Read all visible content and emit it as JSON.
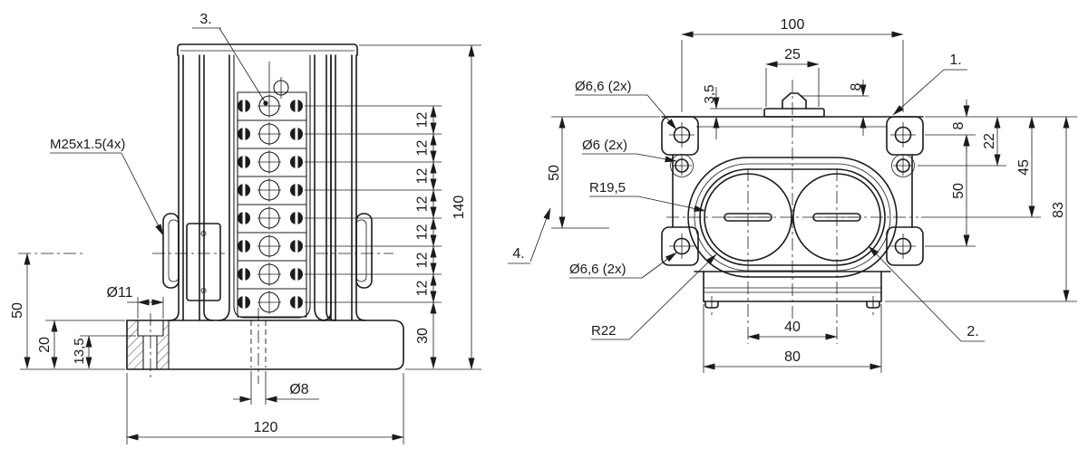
{
  "front_view": {
    "balloon_3": "3.",
    "thread_label": "M25x1.5(4x)",
    "dia_11": "Ø11",
    "dia_8": "Ø8",
    "dim_50": "50",
    "dim_20": "20",
    "dim_13_5": "13,5",
    "dim_120": "120",
    "dim_140": "140",
    "dim_30": "30",
    "pitch_dims": [
      "12",
      "12",
      "12",
      "12",
      "12",
      "12",
      "12"
    ]
  },
  "top_view": {
    "balloon_1": "1.",
    "balloon_2": "2.",
    "balloon_4": "4.",
    "dim_100": "100",
    "dim_25": "25",
    "dim_3_5": "3,5",
    "dim_8_top": "8",
    "dim_8_right": "8",
    "dim_22": "22",
    "dim_45": "45",
    "dim_50_left": "50",
    "dim_50_right": "50",
    "dim_83": "83",
    "dim_40": "40",
    "dim_80": "80",
    "label_dia_6_6_top": "Ø6,6 (2x)",
    "label_dia_6": "Ø6 (2x)",
    "label_r19_5": "R19,5",
    "label_dia_6_6_bottom": "Ø6,6 (2x)",
    "label_r22": "R22"
  }
}
